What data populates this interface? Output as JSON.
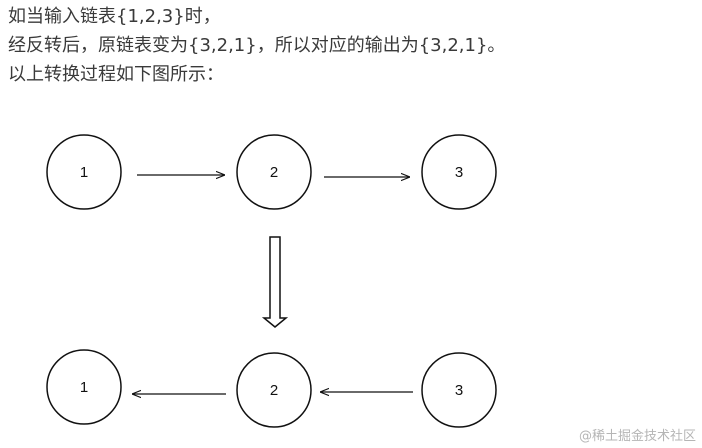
{
  "text": {
    "line1": "如当输入链表{1,2,3}时，",
    "line2": "经反转后，原链表变为{3,2,1}，所以对应的输出为{3,2,1}。",
    "line3": "以上转换过程如下图所示："
  },
  "diagram": {
    "top_row": [
      "1",
      "2",
      "3"
    ],
    "bottom_row": [
      "1",
      "2",
      "3"
    ]
  },
  "watermark": "@稀土掘金技术社区"
}
